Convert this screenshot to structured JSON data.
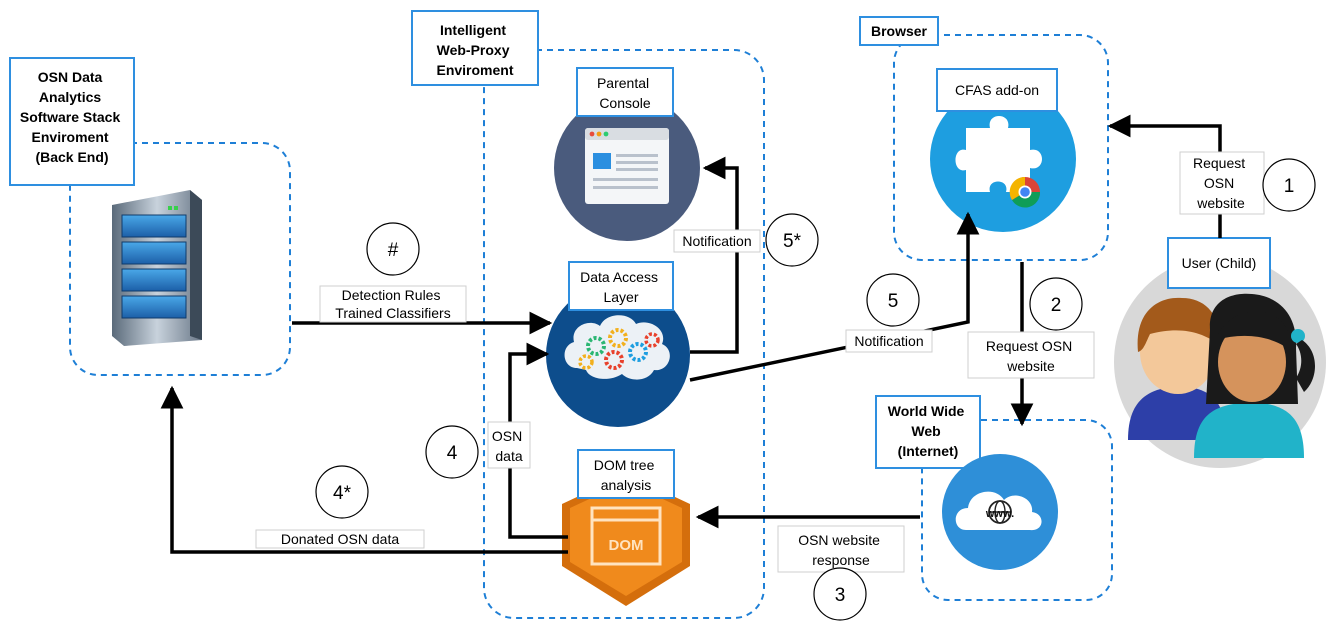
{
  "containers": {
    "backend": {
      "title_lines": [
        "OSN Data",
        "Analytics",
        "Software Stack",
        "Enviroment",
        "(Back End)"
      ]
    },
    "proxy": {
      "title_lines": [
        "Intelligent",
        "Web-Proxy",
        "Enviroment"
      ]
    },
    "browser": {
      "title": "Browser"
    },
    "www": {
      "title_lines": [
        "World Wide",
        "Web",
        "(Internet)"
      ]
    }
  },
  "nodes": {
    "parental_console": {
      "label_lines": [
        "Parental",
        "Console"
      ]
    },
    "data_access_layer": {
      "label_lines": [
        "Data Access",
        "Layer"
      ]
    },
    "dom_tree": {
      "label_lines": [
        "DOM tree",
        "analysis"
      ],
      "badge": "DOM"
    },
    "cfas": {
      "label": "CFAS add-on"
    },
    "user": {
      "label": "User (Child)"
    },
    "www_icon": {
      "text": "www."
    }
  },
  "edges": {
    "e1": {
      "label_lines": [
        "Request",
        "OSN",
        "website"
      ],
      "step": "1"
    },
    "e2": {
      "label_lines": [
        "Request OSN",
        "website"
      ],
      "step": "2"
    },
    "e3": {
      "label_lines": [
        "OSN website",
        "response"
      ],
      "step": "3"
    },
    "e4": {
      "label_lines": [
        "OSN",
        "data"
      ],
      "step": "4"
    },
    "e4s": {
      "label": "Donated OSN data",
      "step": "4*"
    },
    "e5": {
      "label": "Notification",
      "step": "5"
    },
    "e5s": {
      "label": "Notification",
      "step": "5*"
    },
    "ehash": {
      "label_lines": [
        "Detection Rules",
        "Trained Classifiers"
      ],
      "step": "#"
    }
  },
  "colors": {
    "container_border": "#1e7fd6",
    "label_border": "#2e8fe0",
    "console_circle": "#4a5b7d",
    "dal_circle": "#0d4d8c",
    "cfas_circle": "#1e9ee0",
    "www_circle": "#2e8fd8",
    "dom_orange": "#f08a1c",
    "arrow": "#000000"
  }
}
